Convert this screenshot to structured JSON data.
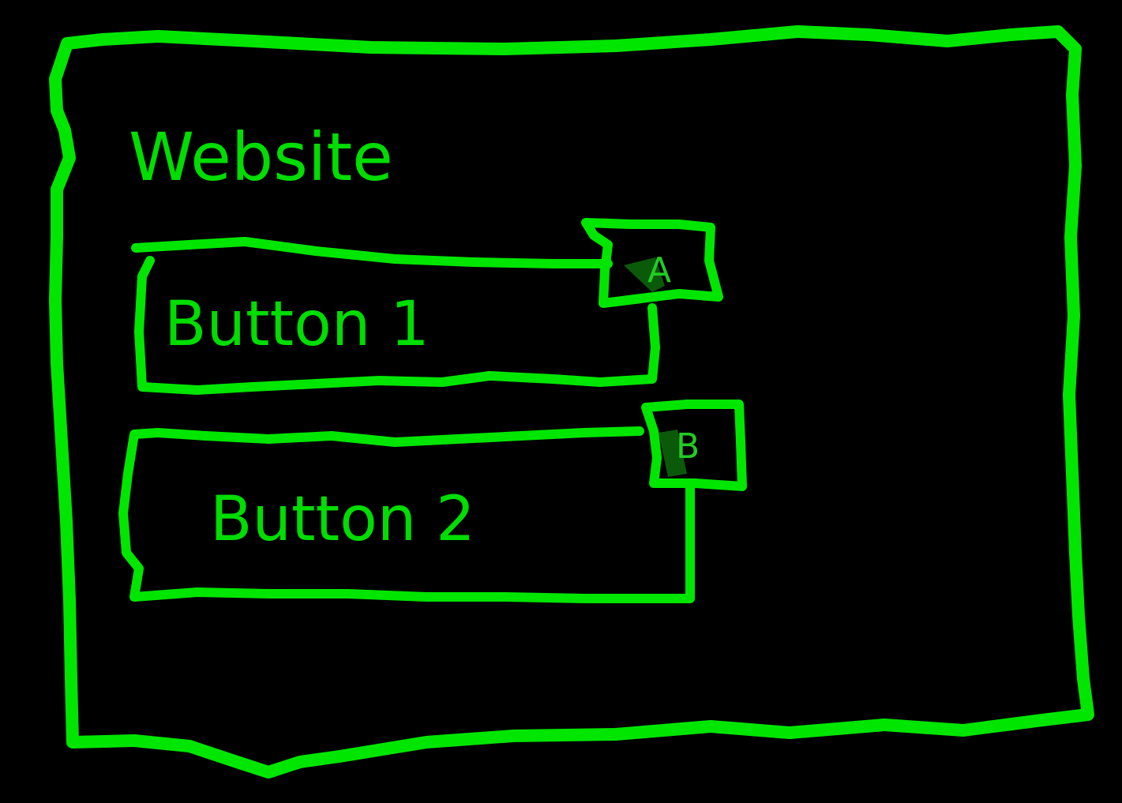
{
  "sketch": {
    "title": "Website",
    "buttons": [
      {
        "label": "Button 1",
        "badge": "A"
      },
      {
        "label": "Button 2",
        "badge": "B"
      }
    ]
  },
  "colors": {
    "background": "#000000",
    "stroke": "#00e600",
    "text": "#00dd00",
    "badge_text": "#22cc22"
  }
}
